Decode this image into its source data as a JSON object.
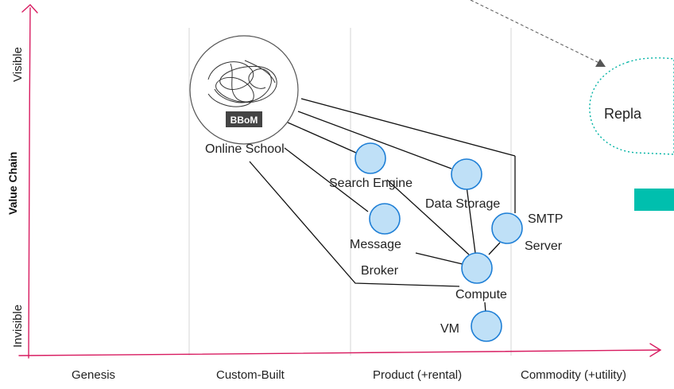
{
  "axes": {
    "y_title": "Value Chain",
    "y_top": "Visible",
    "y_bottom": "Invisible",
    "stages": [
      "Genesis",
      "Custom-Built",
      "Product (+rental)",
      "Commodity (+utility)"
    ]
  },
  "components": {
    "online_school": {
      "label": "Online School",
      "badge": "BBoM"
    },
    "search_engine": "Search Engine",
    "data_storage": "Data Storage",
    "smtp_server": {
      "line1": "SMTP",
      "line2": "Server"
    },
    "message_broker": {
      "line1": "Message",
      "line2": "Broker"
    },
    "compute": "Compute",
    "vm": "VM"
  },
  "annotation": {
    "replace_label": "Repla"
  },
  "colors": {
    "node_fill": "#bfe0f7",
    "node_stroke": "#1e7fd6",
    "axis": "#d81b60",
    "accent": "#00bfae"
  }
}
